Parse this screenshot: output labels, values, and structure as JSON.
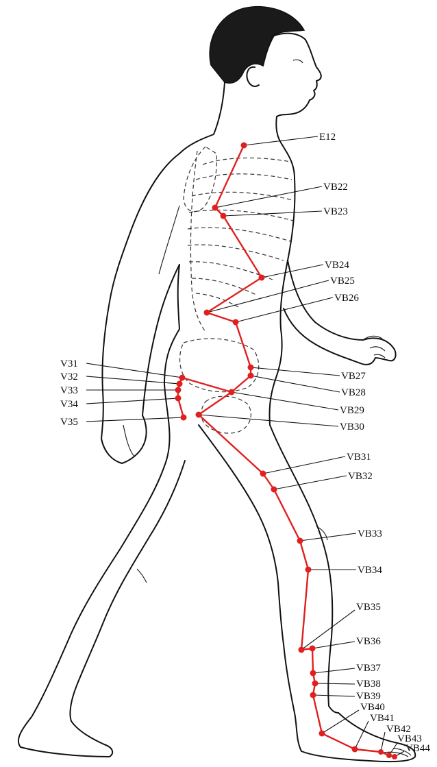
{
  "figure": {
    "meridian_color": "#e02020",
    "outline_color": "#111111",
    "background": "#ffffff"
  },
  "labels": {
    "E12": "E12",
    "VB22": "VB22",
    "VB23": "VB23",
    "VB24": "VB24",
    "VB25": "VB25",
    "VB26": "VB26",
    "VB27": "VB27",
    "VB28": "VB28",
    "VB29": "VB29",
    "VB30": "VB30",
    "VB31": "VB31",
    "VB32": "VB32",
    "VB33": "VB33",
    "VB34": "VB34",
    "VB35": "VB35",
    "VB36": "VB36",
    "VB37": "VB37",
    "VB38": "VB38",
    "VB39": "VB39",
    "VB40": "VB40",
    "VB41": "VB41",
    "VB42": "VB42",
    "VB43": "VB43",
    "VB44": "VB44",
    "V31": "V31",
    "V32": "V32",
    "V33": "V33",
    "V34": "V34",
    "V35": "V35"
  }
}
